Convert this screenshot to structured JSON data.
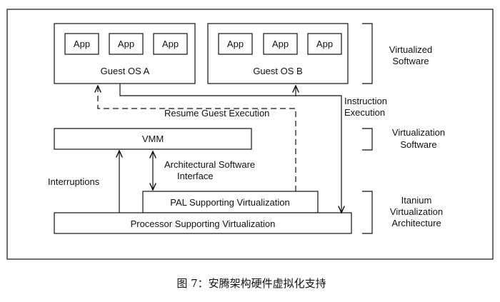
{
  "diagram": {
    "guest_a": {
      "label": "Guest OS A",
      "apps": [
        "App",
        "App",
        "App"
      ]
    },
    "guest_b": {
      "label": "Guest OS B",
      "apps": [
        "App",
        "App",
        "App"
      ]
    },
    "vmm": "VMM",
    "pal": "PAL Supporting Virtualization",
    "processor": "Processor Supporting Virtualization",
    "resume": "Resume Guest Execution",
    "instruction": [
      "Instruction",
      "Execution"
    ],
    "interruptions": "Interruptions",
    "arch_interface": [
      "Architectural Software",
      "Interface"
    ],
    "groups": {
      "virtualized": [
        "Virtualized",
        "Software"
      ],
      "virtualization": [
        "Virtualization",
        "Software"
      ],
      "itanium": [
        "Itanium",
        "Virtualization",
        "Architecture"
      ]
    }
  },
  "caption": "图 7：安腾架构硬件虚拟化支持"
}
